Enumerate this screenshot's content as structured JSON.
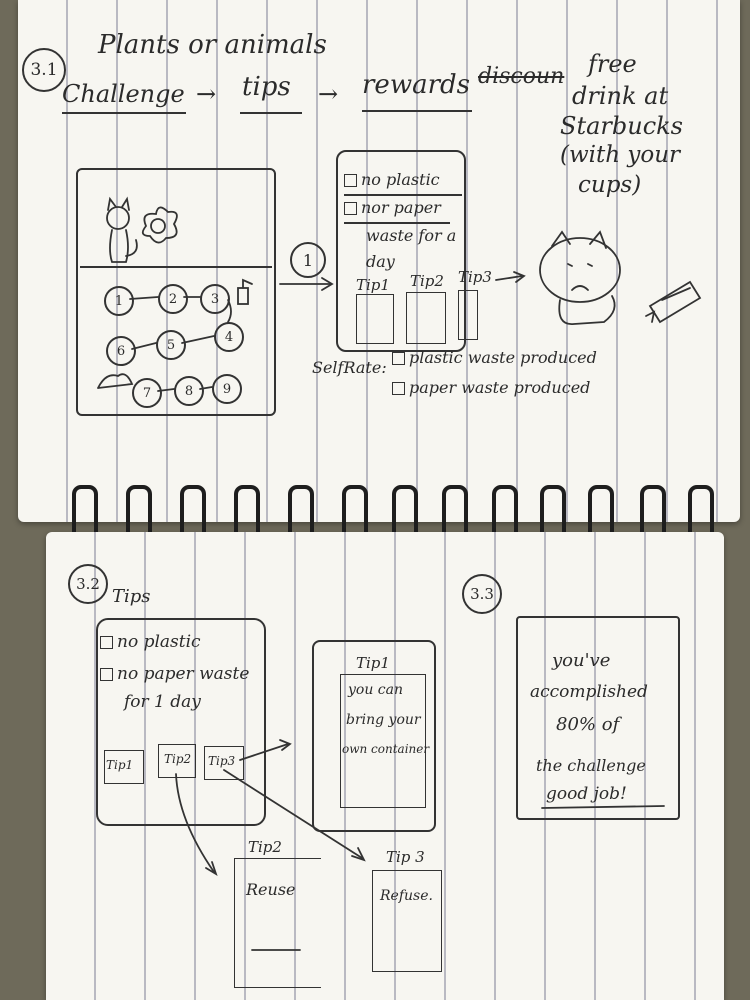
{
  "top": {
    "section_label": "3.1",
    "title": "Plants or animals",
    "flow": {
      "challenge": "Challenge",
      "arrow1": "→",
      "tips": "tips",
      "arrow2": "→",
      "rewards": "rewards",
      "struck": "discoun",
      "reward_note": [
        "free",
        "drink at",
        "Starbucks",
        "(with your",
        "cups)"
      ]
    },
    "grid_screen": {
      "nodes": [
        "1",
        "2",
        "3",
        "4",
        "5",
        "6",
        "7",
        "8",
        "9"
      ]
    },
    "arrow_label": "1",
    "tips_screen": {
      "options": [
        "no plastic",
        "nor paper",
        "waste for a",
        "day"
      ],
      "tips": [
        "Tip1",
        "Tip2",
        "Tip3"
      ]
    },
    "self_rate": {
      "label": "SelfRate:",
      "options": [
        "plastic waste produced",
        "paper waste produced"
      ]
    }
  },
  "bottom": {
    "section_left": "3.2",
    "section_right": "3.3",
    "tips_heading": "Tips",
    "tips_screen": {
      "options": [
        "no plastic",
        "no paper waste",
        "for 1 day"
      ],
      "tips": [
        "Tip1",
        "Tip2",
        "Tip3"
      ]
    },
    "tip1_card": {
      "title": "Tip1",
      "lines": [
        "you can",
        "bring your",
        "own container"
      ]
    },
    "tip2_card": {
      "title": "Tip2",
      "body": "Reuse"
    },
    "tip3_card": {
      "title": "Tip 3",
      "body": "Refuse."
    },
    "result_screen": {
      "lines": [
        "you've",
        "accomplished",
        "80% of",
        "the challenge",
        "good job!"
      ]
    }
  },
  "colors": {
    "ink": "#2b2b2b",
    "paper": "#f7f6f1",
    "desk": "#6e6a5a",
    "rule_line": "#b9b9c2"
  }
}
